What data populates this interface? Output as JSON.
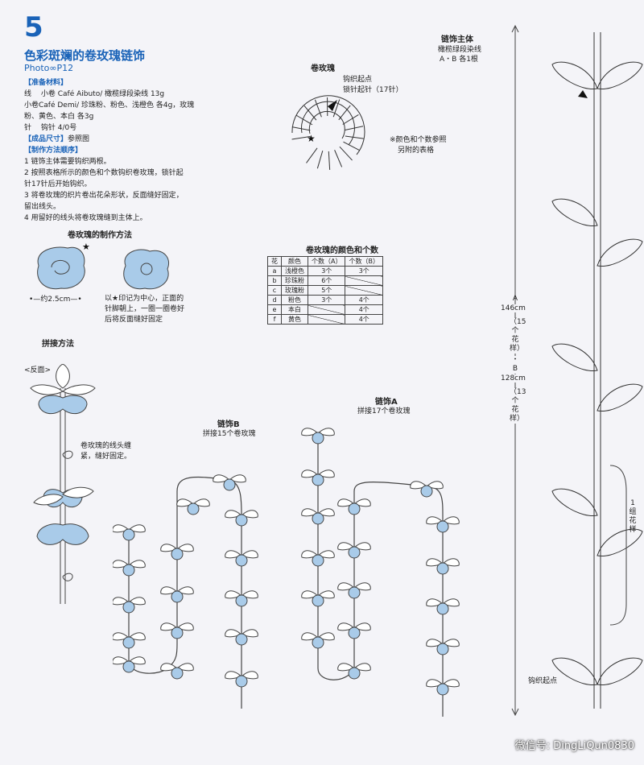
{
  "header": {
    "number": "5",
    "title": "色彩斑斓的卷玫瑰链饰",
    "photo": "Photo∞P12"
  },
  "materials": {
    "section_materials": "【准备材料】",
    "yarn1": "线　 小卷 Café  Aibuto/ 橄榄绿段染线 13g",
    "yarn2": "小卷Café  Demi/ 珍珠粉、粉色、浅橙色 各4g，玫瑰",
    "yarn3": "粉、黄色、本白 各3g",
    "needle": "针　 钩针 4/0号",
    "section_size": "【成品尺寸】",
    "size_value": "参照图",
    "section_steps": "【制作方法顺序】",
    "step1": "1 链饰主体需要钩织两根。",
    "step2a": "2 按照表格所示的颜色和个数钩织卷玫瑰，锁针起",
    "step2b": "针17针后开始钩织。",
    "step3a": "3 将卷玫瑰的织片卷出花朵形状，反面缝好固定，",
    "step3b": "留出线头。",
    "step4": "4 用留好的线头将卷玫瑰缝到主体上。"
  },
  "rose_chart": {
    "title": "卷玫瑰",
    "start_note1": "钩织起点",
    "start_note2": "锁针起针（17针）",
    "note1": "※颜色和个数参照",
    "note2": "另附的表格"
  },
  "rose_method": {
    "title": "卷玫瑰的制作方法",
    "star": "★",
    "size": "约2.5cm",
    "desc1": "以★印记为中心，正面的",
    "desc2": "针脚朝上，一圈一圈卷好",
    "desc3": "后将反面缝好固定"
  },
  "color_table": {
    "title": "卷玫瑰的颜色和个数",
    "headers": [
      "花",
      "颜色",
      "个数（A）",
      "个数（B）"
    ],
    "rows": [
      [
        "a",
        "浅橙色",
        "3个",
        "3个"
      ],
      [
        "b",
        "珍珠粉",
        "6个",
        ""
      ],
      [
        "c",
        "玫瑰粉",
        "5个",
        ""
      ],
      [
        "d",
        "粉色",
        "3个",
        "4个"
      ],
      [
        "e",
        "本白",
        "",
        "4个"
      ],
      [
        "f",
        "黄色",
        "",
        "4个"
      ]
    ]
  },
  "joining": {
    "title": "拼接方法",
    "reverse": "<反面>",
    "note1": "卷玫瑰的线头缠",
    "note2": "紧，缝好固定。"
  },
  "chain_b": {
    "title": "链饰B",
    "desc": "拼接15个卷玫瑰"
  },
  "chain_a": {
    "title": "链饰A",
    "desc": "拼接17个卷玫瑰"
  },
  "main_body": {
    "title": "链饰主体",
    "yarn": "橄榄绿段染线",
    "count": "A・B 各1根",
    "a_label": "A",
    "a_length": "146cm",
    "a_motifs": "（15个花样）",
    "dot": "・",
    "b_label": "B",
    "b_length": "128cm",
    "b_motifs": "（13个花样）",
    "pattern": "1组花样",
    "start": "钩织起点"
  },
  "watermark": "微信号: DingLiQun0830",
  "colors": {
    "blue": "#1a63b8",
    "rose": "#a9cbe9",
    "line": "#333333"
  }
}
